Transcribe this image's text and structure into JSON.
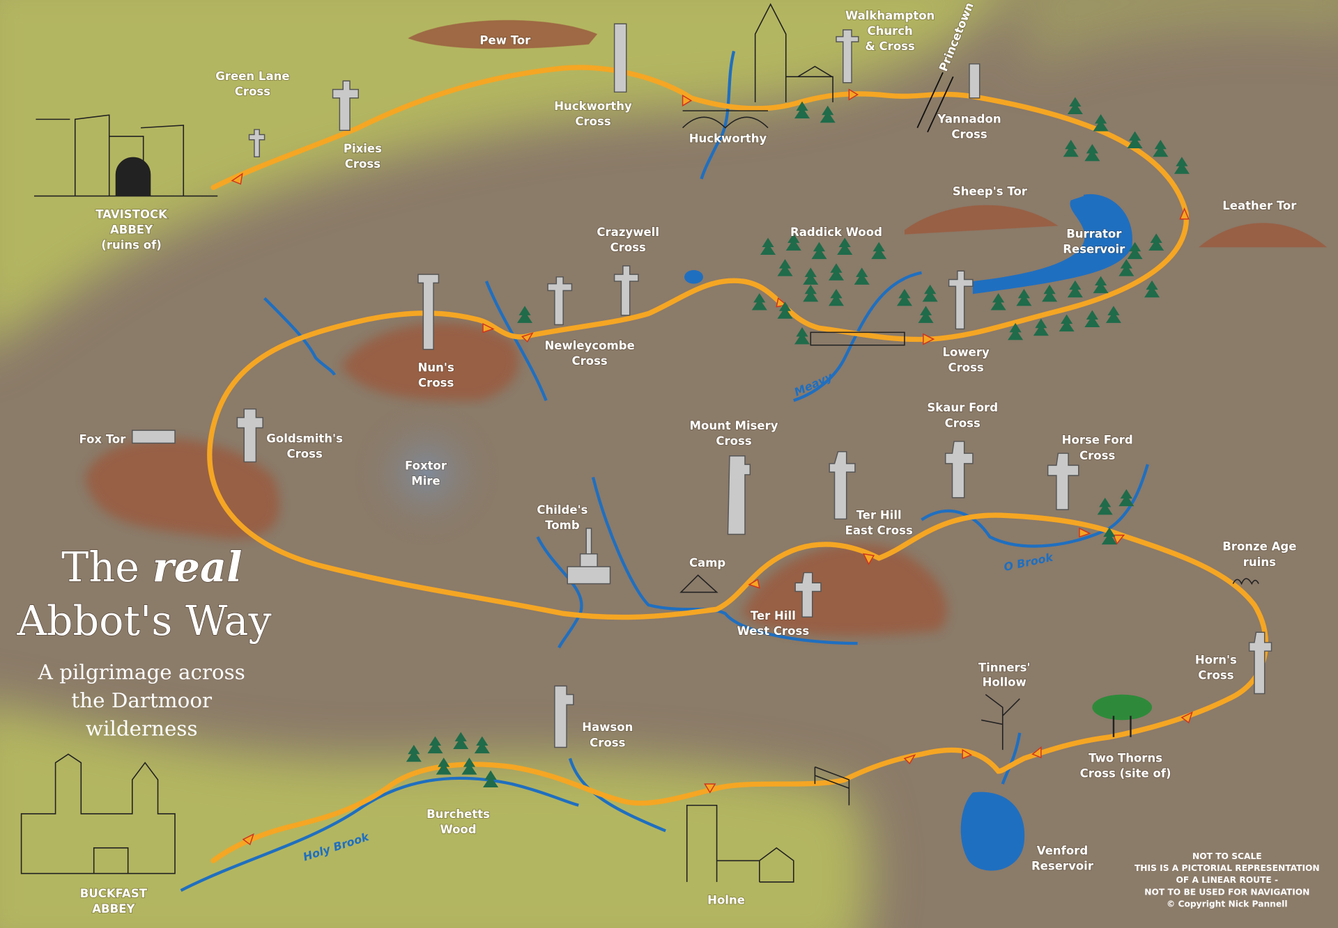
{
  "title": {
    "line1": "The",
    "line1_italic": "real",
    "line2": "Abbot's Way",
    "subtitle": [
      "A pilgrimage across",
      "the Dartmoor",
      "wilderness"
    ]
  },
  "places": {
    "pew_tor": "Pew Tor",
    "green_lane_cross": [
      "Green Lane",
      "Cross"
    ],
    "pixies_cross": [
      "Pixies",
      "Cross"
    ],
    "tavistock_abbey": [
      "TAVISTOCK",
      "ABBEY",
      "(ruins of)"
    ],
    "huckworthy_cross": [
      "Huckworthy",
      "Cross"
    ],
    "huckworthy": "Huckworthy",
    "walkhampton": [
      "Walkhampton",
      "Church",
      "& Cross"
    ],
    "princetown": "Princetown",
    "yannadon_cross": [
      "Yannadon",
      "Cross"
    ],
    "sheeps_tor": "Sheep's Tor",
    "burrator_reservoir": [
      "Burrator",
      "Reservoir"
    ],
    "leather_tor": "Leather Tor",
    "raddick_wood": "Raddick Wood",
    "crazywell_cross": [
      "Crazywell",
      "Cross"
    ],
    "newleycombe_cross": [
      "Newleycombe",
      "Cross"
    ],
    "nuns_cross": [
      "Nun's",
      "Cross"
    ],
    "lowery_cross": [
      "Lowery",
      "Cross"
    ],
    "meavy": "Meavy",
    "fox_tor": "Fox Tor",
    "goldsmiths_cross": [
      "Goldsmith's",
      "Cross"
    ],
    "foxtor_mire": [
      "Foxtor",
      "Mire"
    ],
    "mount_misery_cross": [
      "Mount Misery",
      "Cross"
    ],
    "skaur_ford_cross": [
      "Skaur Ford",
      "Cross"
    ],
    "horse_ford_cross": [
      "Horse Ford",
      "Cross"
    ],
    "ter_hill_east_cross": [
      "Ter Hill",
      "East Cross"
    ],
    "childes_tomb": [
      "Childe's",
      "Tomb"
    ],
    "camp": "Camp",
    "o_brook": "O Brook",
    "ter_hill_west_cross": [
      "Ter Hill",
      "West Cross"
    ],
    "bronze_age_ruins": [
      "Bronze Age",
      "ruins"
    ],
    "horns_cross": [
      "Horn's",
      "Cross"
    ],
    "tinners_hollow": [
      "Tinners'",
      "Hollow"
    ],
    "hawson_cross": [
      "Hawson",
      "Cross"
    ],
    "two_thorns_cross": [
      "Two Thorns",
      "Cross (site of)"
    ],
    "burchetts_wood": [
      "Burchetts",
      "Wood"
    ],
    "holy_brook": "Holy Brook",
    "venford_reservoir": [
      "Venford",
      "Reservoir"
    ],
    "holne": "Holne",
    "buckfast_abbey": [
      "BUCKFAST",
      "ABBEY"
    ]
  },
  "disclaimer": [
    "NOT TO SCALE",
    "THIS IS A PICTORIAL REPRESENTATION",
    "OF A LINEAR ROUTE -",
    "NOT TO BE USED FOR NAVIGATION",
    "© Copyright Nick Pannell"
  ],
  "colors": {
    "route": "#f5a623",
    "water": "#1f6fc0",
    "moor": "#8b7b69",
    "grass": "#b3b660",
    "hill": "#9a5c3f"
  }
}
